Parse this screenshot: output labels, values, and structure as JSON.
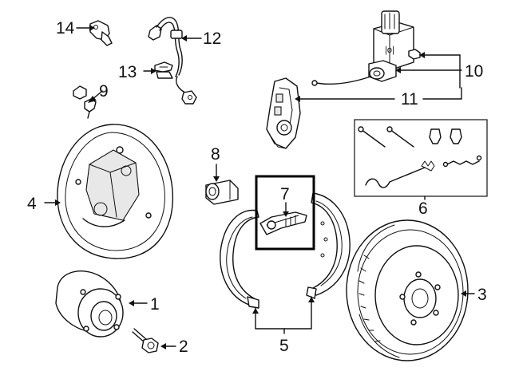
{
  "callouts": {
    "c1": "1",
    "c2": "2",
    "c3": "3",
    "c4": "4",
    "c5": "5",
    "c6": "6",
    "c7": "7",
    "c8": "8",
    "c9": "9",
    "c10": "10",
    "c11": "11",
    "c12": "12",
    "c13": "13",
    "c14": "14"
  },
  "colors": {
    "line": "#111111",
    "background": "#ffffff",
    "highlight_box": "#000000"
  }
}
